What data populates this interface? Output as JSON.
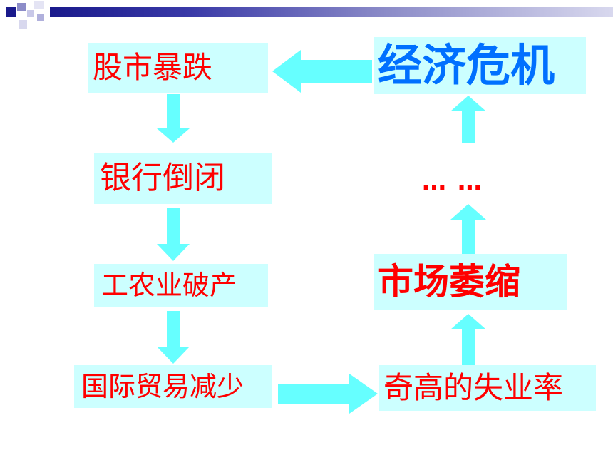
{
  "nodes": {
    "stock_crash": "股市暴跌",
    "bank_closure": "银行倒闭",
    "industry_bankruptcy": "工农业破产",
    "trade_decline": "国际贸易减少",
    "high_unemployment": "奇高的失业率",
    "market_shrink": "市场萎缩",
    "ellipsis": "… …",
    "economic_crisis": "经济危机"
  },
  "colors": {
    "node_fill": "#ccffff",
    "arrow": "#66ffff",
    "text_red": "#ff0000",
    "text_blue": "#0070ff",
    "header_bar": "#1a1a8c"
  }
}
